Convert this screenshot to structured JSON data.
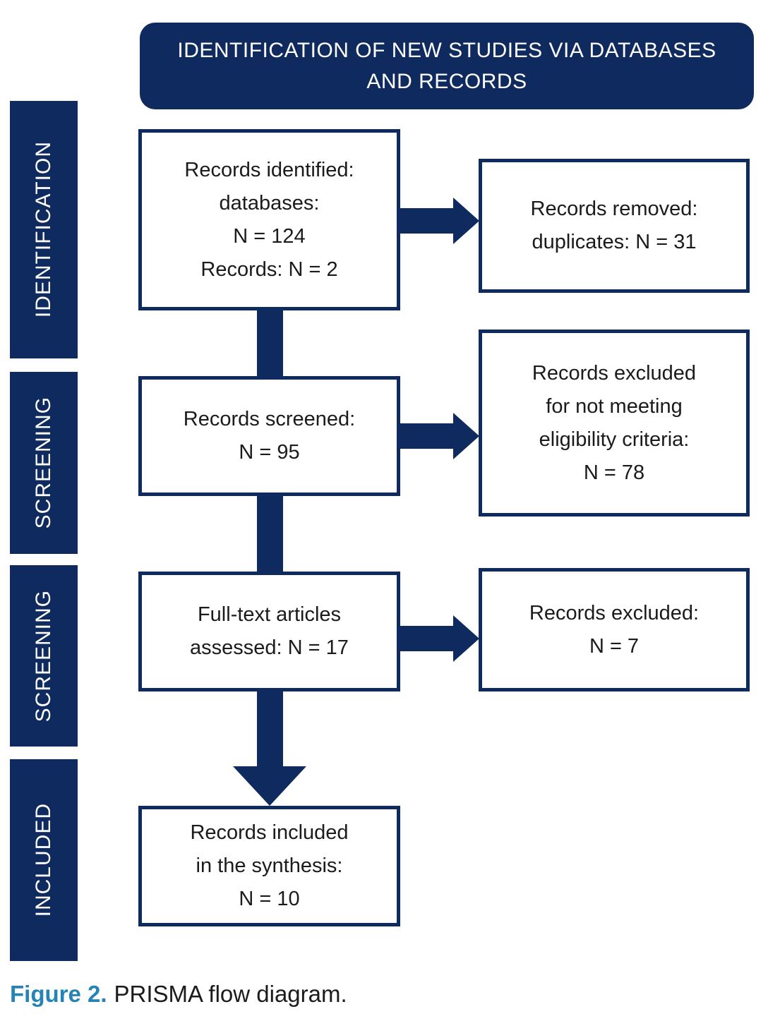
{
  "header": {
    "title": "IDENTIFICATION OF NEW STUDIES VIA DATABASES\nAND RECORDS"
  },
  "sidebar": {
    "stages": [
      {
        "label": "IDENTIFICATION"
      },
      {
        "label": "SCREENING"
      },
      {
        "label": "SCREENING"
      },
      {
        "label": "INCLUDED"
      }
    ]
  },
  "flow": {
    "main_boxes": [
      {
        "id": "records-identified",
        "text": "Records identified:\ndatabases:\nN = 124\nRecords: N = 2",
        "n_databases": 124,
        "n_records": 2
      },
      {
        "id": "records-screened",
        "text": "Records screened:\nN = 95",
        "n": 95
      },
      {
        "id": "fulltext-assessed",
        "text": "Full-text articles\nassessed: N = 17",
        "n": 17
      },
      {
        "id": "records-included",
        "text": "Records included\nin the synthesis:\nN = 10",
        "n": 10
      }
    ],
    "side_boxes": [
      {
        "id": "records-removed-duplicates",
        "text": "Records removed:\nduplicates: N = 31",
        "n": 31
      },
      {
        "id": "records-excluded-eligibility",
        "text": "Records excluded\nfor not meeting\neligibility criteria:\nN = 78",
        "n": 78
      },
      {
        "id": "records-excluded",
        "text": "Records excluded:\nN = 7",
        "n": 7
      }
    ]
  },
  "caption": {
    "label": "Figure 2.",
    "text": "PRISMA flow diagram."
  },
  "colors": {
    "navy": "#0e2a5e",
    "caption_blue": "#2583b5",
    "box_background": "#ffffff",
    "text": "#1b1b1b"
  }
}
